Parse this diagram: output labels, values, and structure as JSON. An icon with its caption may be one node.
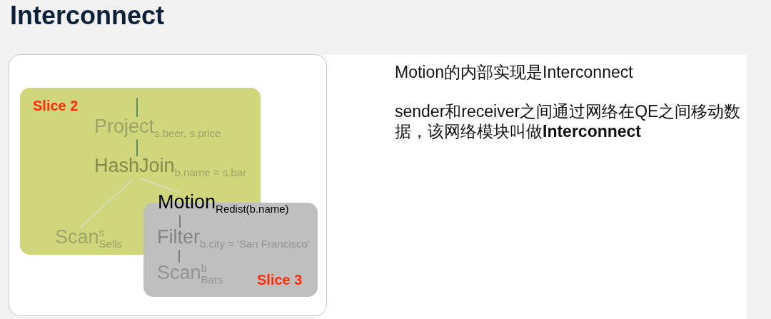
{
  "diagram": {
    "title": "Interconnect",
    "nodes": [
      {
        "text": [
          "Slice 2"
        ]
      },
      {
        "text": [
          "Project$_{s.beer, s.price}$"
        ],
        "in": 0
      },
      {
        "text": [
          "HashJoin$_{b.name = s.bar}$"
        ],
        "in": 0
      },
      {
        "text": [
          "Scan$^{s}$$_{Sells}$"
        ],
        "in": 0
      },
      {
        "text": [
          "Motion$_{Redist(b.name)}$"
        ]
      },
      {
        "text": [
          "Slice 3"
        ]
      },
      {
        "text": [
          "Filter$_{b.city = 'San Francisco'}$"
        ],
        "in": 5
      },
      {
        "text": [
          "Scan$^{b}$$_{Bars}$"
        ],
        "in": 5
      }
    ],
    "edges": [
      {
        "from": 1,
        "to": null,
        "arrow": "none",
        "color": "#3d7f5f"
      },
      {
        "from": 2,
        "to": 1,
        "arrow": "none",
        "color": "#3d7f5f"
      },
      {
        "from": 3,
        "to": 2,
        "arrow": "none",
        "color": "#dcdcc4"
      },
      {
        "from": 4,
        "to": 2,
        "arrow": "none",
        "color": "#dcdcc4"
      },
      {
        "from": 6,
        "to": 4,
        "arrow": "none",
        "color": "#6e6e6e"
      },
      {
        "from": 7,
        "to": 6,
        "arrow": "none",
        "color": "#6e6e6e"
      }
    ],
    "labels": [
      "Motion的内部实现是Interconnect",
      "sender和receiver之间通过网络在QE之间移动数据，该网络模块叫做**Interconnect**"
    ]
  }
}
